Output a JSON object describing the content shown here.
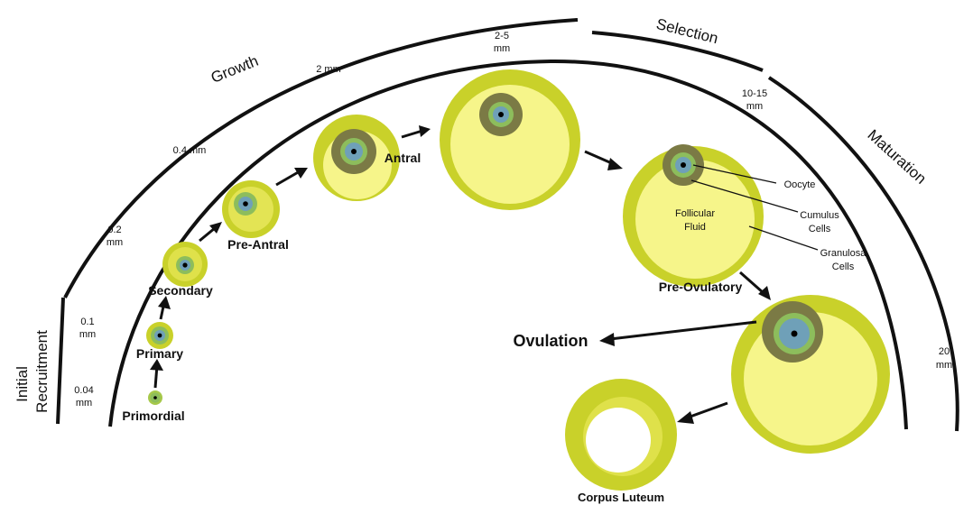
{
  "phases": {
    "initial_line1": "Initial",
    "initial_line2": "Recruitment",
    "growth": "Growth",
    "selection": "Selection",
    "maturation": "Maturation"
  },
  "sizes": {
    "s004_l1": "0.04",
    "s004_l2": "mm",
    "s01_l1": "0.1",
    "s01_l2": "mm",
    "s02_l1": "0.2",
    "s02_l2": "mm",
    "s04": "0.4 mm",
    "s2": "2 mm",
    "s25_l1": "2-5",
    "s25_l2": "mm",
    "s1015_l1": "10-15",
    "s1015_l2": "mm",
    "s20_l1": "20",
    "s20_l2": "mm"
  },
  "stages": {
    "primordial": "Primordial",
    "primary": "Primary",
    "secondary": "Secondary",
    "pre_antral": "Pre-Antral",
    "antral": "Antral",
    "pre_ovulatory": "Pre-Ovulatory",
    "ovulation": "Ovulation",
    "corpus_luteum": "Corpus Luteum"
  },
  "annotations": {
    "oocyte": "Oocyte",
    "cumulus_l1": "Cumulus",
    "cumulus_l2": "Cells",
    "granulosa_l1": "Granulosa",
    "granulosa_l2": "Cells",
    "fluid_l1": "Follicular",
    "fluid_l2": "Fluid"
  },
  "colors": {
    "follicle_rim": "#c9d12a",
    "follicle_fill": "#f6f58a",
    "cumulus": "#7b7a45",
    "oocyte_ring": "#8dbd5c",
    "oocyte_core": "#6f9fc8",
    "nucleus": "#000000"
  }
}
